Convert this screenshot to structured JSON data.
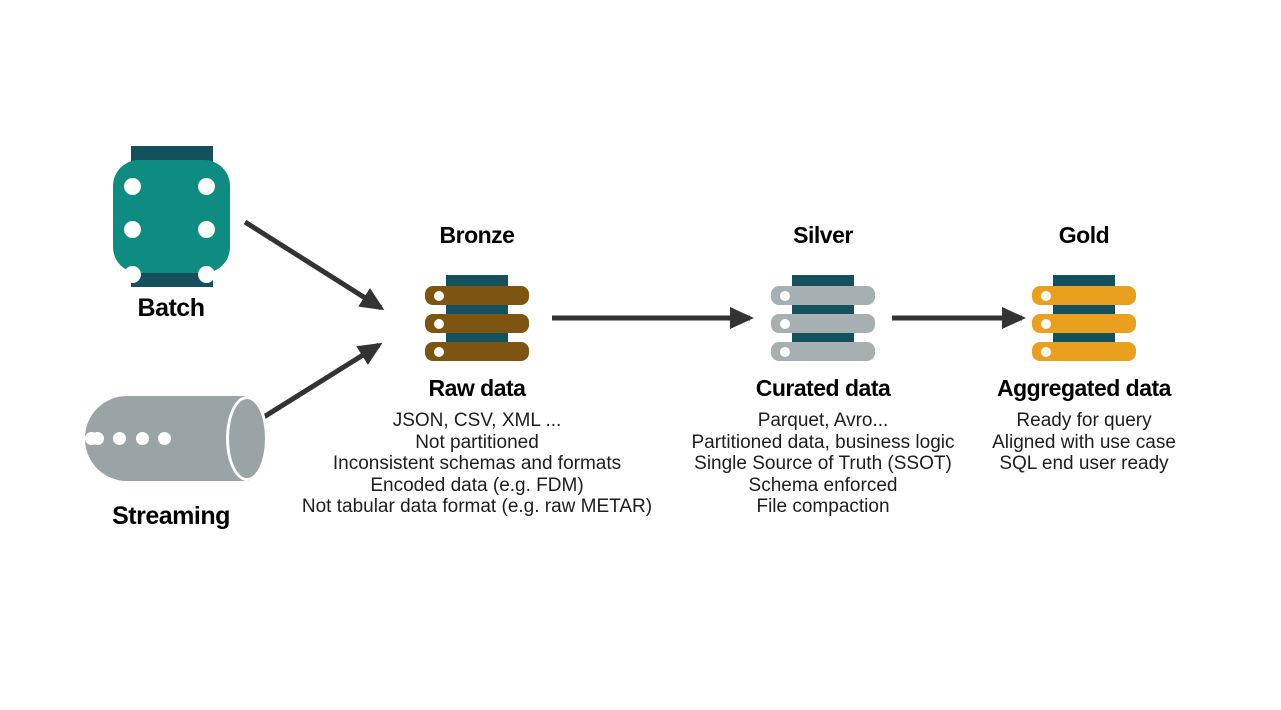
{
  "sources": {
    "batch": {
      "label": "Batch"
    },
    "streaming": {
      "label": "Streaming"
    }
  },
  "stages": {
    "bronze": {
      "title": "Bronze",
      "subtitle": "Raw data",
      "bar_color": "#7d5410",
      "lines": [
        "JSON, CSV, XML ...",
        "Not partitioned",
        "Inconsistent schemas and formats",
        "Encoded data (e.g. FDM)",
        "Not tabular data format (e.g. raw METAR)"
      ]
    },
    "silver": {
      "title": "Silver",
      "subtitle": "Curated data",
      "bar_color": "#a6afb2",
      "lines": [
        "Parquet, Avro...",
        "Partitioned data, business logic",
        "Single Source of Truth (SSOT)",
        "Schema enforced",
        "File compaction"
      ]
    },
    "gold": {
      "title": "Gold",
      "subtitle": "Aggregated data",
      "bar_color": "#e8a01e",
      "lines": [
        "Ready for query",
        "Aligned with use case",
        "SQL end user ready"
      ]
    }
  },
  "colors": {
    "batch_teal": "#0e8c81",
    "dark_teal": "#15505f",
    "streaming_gray": "#9aa4a7",
    "arrow": "#333333"
  }
}
